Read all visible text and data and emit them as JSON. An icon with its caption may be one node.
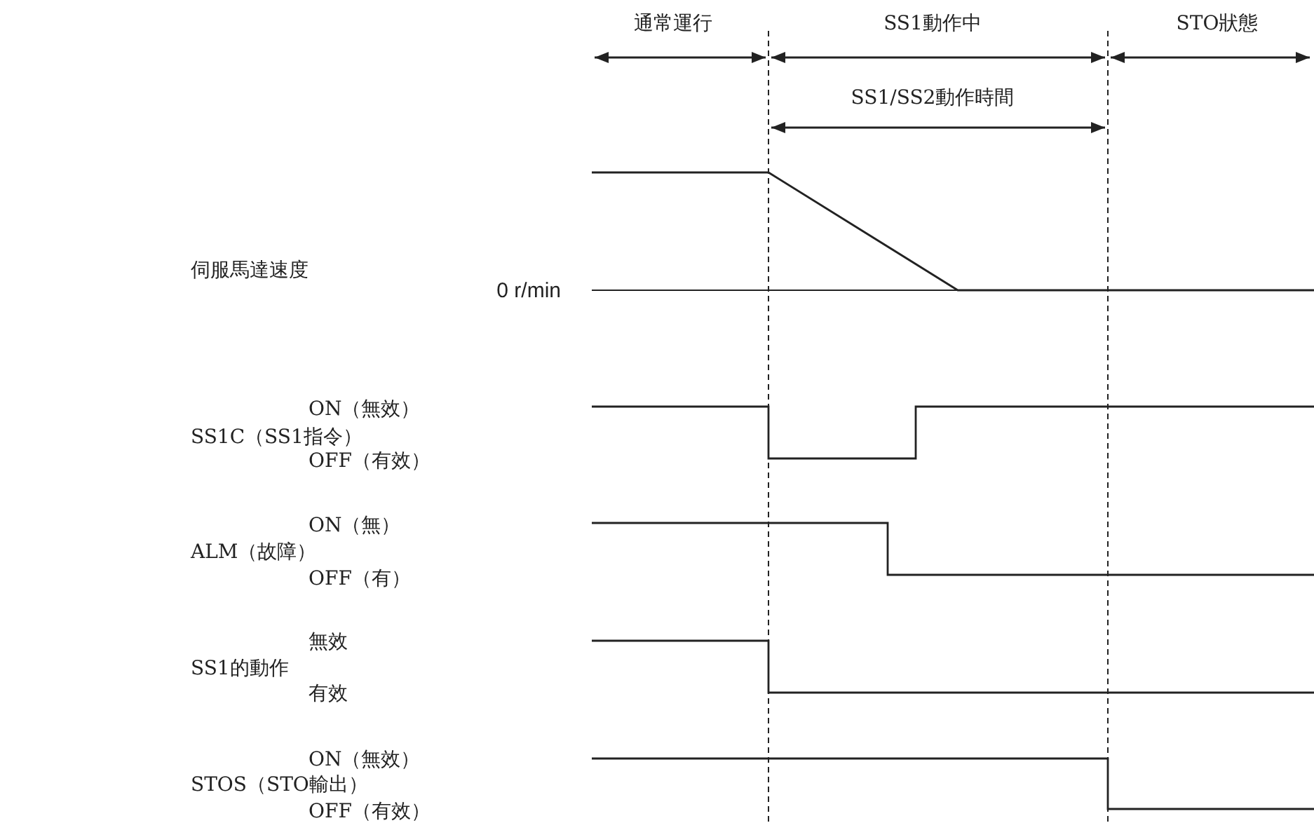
{
  "diagram": {
    "labels": [
      "通常運行",
      "SS1動作中",
      "STO狀態",
      "SS1/SS2動作時間",
      "伺服馬達速度",
      "0 r/min",
      "ON（無效）",
      "SS1C（SS1指令）",
      "OFF（有效）",
      "ON（無）",
      "ALM（故障）",
      "OFF（有）",
      "無效",
      "SS1的動作",
      "有效",
      "ON（無效）",
      "STOS（STO輸出）",
      "OFF（有效）"
    ]
  }
}
